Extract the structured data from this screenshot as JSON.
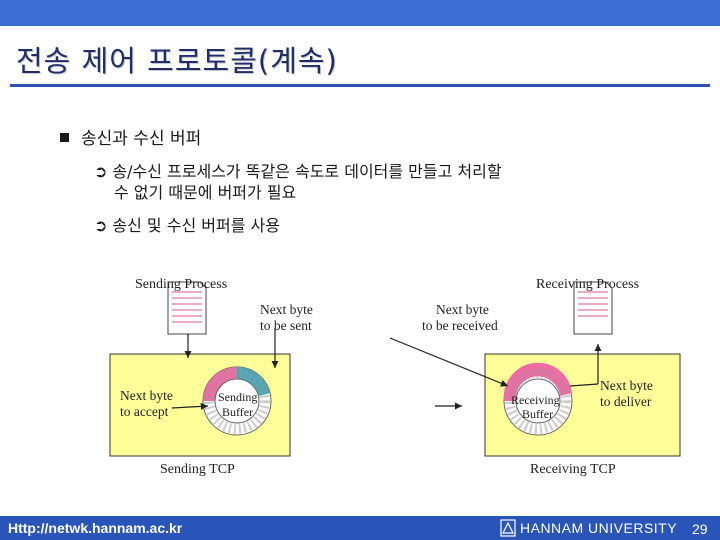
{
  "slide": {
    "title": "전송 제어 프로토콜(계속)",
    "bullet": "송신과 수신 버퍼",
    "sub_items": [
      {
        "line1": "송/수신 프로세스가 똑같은 속도로 데이터를 만들고 처리할",
        "line2": "수 없기 때문에 버퍼가 필요"
      },
      {
        "line1": "송신 및 수신 버퍼를 사용"
      }
    ]
  },
  "diagram": {
    "sending_process": "Sending Process",
    "receiving_process": "Receiving Process",
    "next_byte_sent": [
      "Next byte",
      "to be sent"
    ],
    "next_byte_received": [
      "Next byte",
      "to be received"
    ],
    "next_byte_accept": [
      "Next byte",
      "to accept"
    ],
    "next_byte_deliver": [
      "Next byte",
      "to deliver"
    ],
    "sending_buffer": [
      "Sending",
      "Buffer"
    ],
    "receiving_buffer": [
      "Receiving",
      "Buffer"
    ],
    "sending_tcp": "Sending TCP",
    "receiving_tcp": "Receiving TCP",
    "colors": {
      "tcp_box": "#ffff99",
      "pink": "#f06aa6",
      "teal": "#4aa8b8",
      "ring": "#ffffff"
    }
  },
  "footer": {
    "url": "Http://netwk.hannam.ac.kr",
    "university": "HANNAM UNIVERSITY",
    "page": "29"
  }
}
